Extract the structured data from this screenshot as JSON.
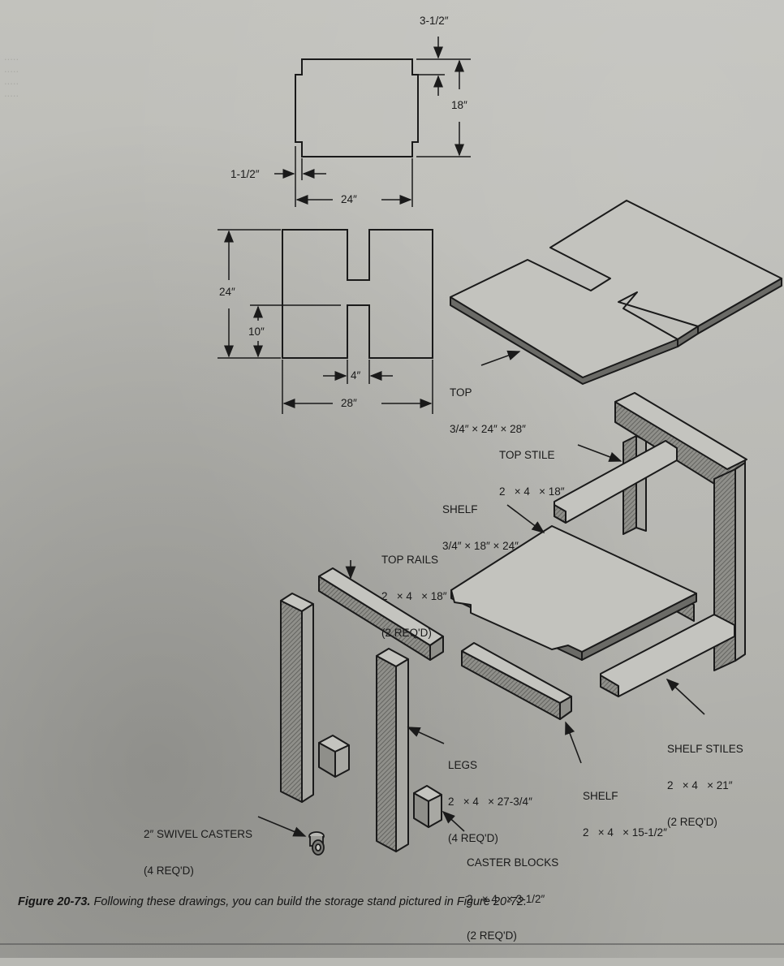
{
  "diagram": {
    "top_view": {
      "dim_notch_depth": "3-1/2″",
      "dim_height": "18″",
      "dim_notch_width": "1-1/2″",
      "dim_width": "24″"
    },
    "notched_view": {
      "dim_height": "24″",
      "dim_notch": "10″",
      "dim_slot": "4″",
      "dim_width": "28″"
    },
    "parts": {
      "top": {
        "name": "TOP",
        "size": "3/4″ × 24″ × 28″"
      },
      "top_stile": {
        "name": "TOP STILE",
        "size": "2   × 4   × 18″"
      },
      "shelf_panel": {
        "name": "SHELF",
        "size": "3/4″ × 18″ × 24″"
      },
      "top_rails": {
        "name": "TOP RAILS",
        "size": "2   × 4   × 18″",
        "qty": "(2 REQ'D)"
      },
      "legs": {
        "name": "LEGS",
        "size": "2   × 4   × 27-3/4″",
        "qty": "(4 REQ'D)"
      },
      "shelf_rail": {
        "name": "SHELF",
        "size": "2   × 4   × 15-1/2″"
      },
      "shelf_stiles": {
        "name": "SHELF STILES",
        "size": "2   × 4   × 21″",
        "qty": "(2 REQ'D)"
      },
      "casters": {
        "name": "2″ SWIVEL CASTERS",
        "qty": "(4 REQ'D)"
      },
      "caster_blocks": {
        "name": "CASTER BLOCKS",
        "size": "2   × 4   × 3-1/2″",
        "qty": "(2 REQ'D)"
      }
    }
  },
  "caption": {
    "figure": "Figure 20-73.",
    "text": "Following these drawings, you can build the storage stand pictured in Figure 20-72."
  }
}
